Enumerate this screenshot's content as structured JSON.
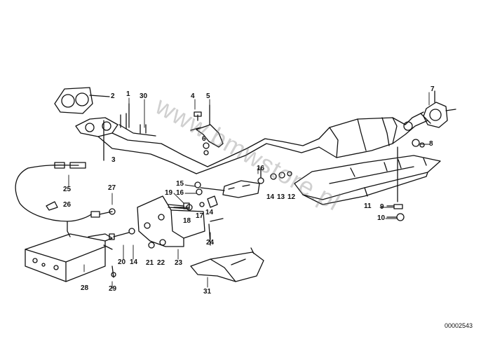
{
  "watermark": "www.bmwstore.pl",
  "reference_number": "00002543",
  "labels": {
    "l1": "1",
    "l2": "2",
    "l3": "3",
    "l4": "4",
    "l5": "5",
    "l6": "6",
    "l7": "7",
    "l8": "8",
    "l9": "9",
    "l10": "10",
    "l11": "11",
    "l12": "12",
    "l13": "13",
    "l14a": "14",
    "l14b": "14",
    "l14c": "14",
    "l15": "15",
    "l16a": "16",
    "l16b": "16",
    "l17": "17",
    "l18": "18",
    "l19": "19",
    "l20": "20",
    "l21": "21",
    "l22": "22",
    "l23": "23",
    "l24": "24",
    "l25": "25",
    "l26": "26",
    "l27": "27",
    "l28": "28",
    "l29": "29",
    "l30": "30",
    "l31": "31"
  }
}
